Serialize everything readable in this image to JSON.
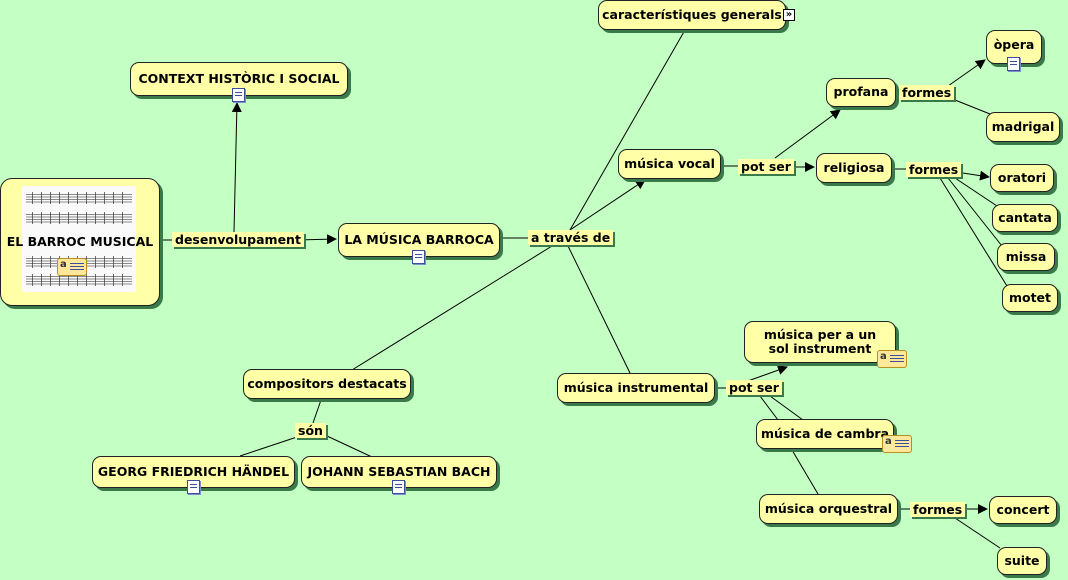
{
  "nodes": {
    "barroc_musical": "EL BARROC MUSICAL",
    "context": "CONTEXT HISTÒRIC I SOCIAL",
    "musica_barroca": "LA MÚSICA BARROCA",
    "caracteristiques": "característiques generals",
    "musica_vocal": "música vocal",
    "profana": "profana",
    "religiosa": "religiosa",
    "opera": "òpera",
    "madrigal": "madrigal",
    "oratori": "oratori",
    "cantata": "cantata",
    "missa": "missa",
    "motet": "motet",
    "compositors": "compositors destacats",
    "handel": "GEORG FRIEDRICH HÄNDEL",
    "bach": "JOHANN SEBASTIAN BACH",
    "instrumental": "música instrumental",
    "sol_instrument": "música per a un sol instrument",
    "cambra": "música de cambra",
    "orquestral": "música orquestral",
    "concert": "concert",
    "suite": "suite"
  },
  "links": {
    "desenvolupament": "desenvolupament",
    "a_traves_de": "a través de",
    "pot_ser_vocal": "pot ser",
    "formes_profana": "formes",
    "formes_religiosa": "formes",
    "son": "són",
    "pot_ser_instr": "pot ser",
    "formes_orquestral": "formes"
  },
  "icons": {
    "document": "document-icon",
    "note": "annotation-icon",
    "expand": "expand-chevron-icon",
    "note_letter": "a",
    "expand_glyph": "»"
  },
  "colors": {
    "background": "#c4ffc4",
    "node_fill": "#ffffa8",
    "shadow": "#3a7a4a"
  }
}
